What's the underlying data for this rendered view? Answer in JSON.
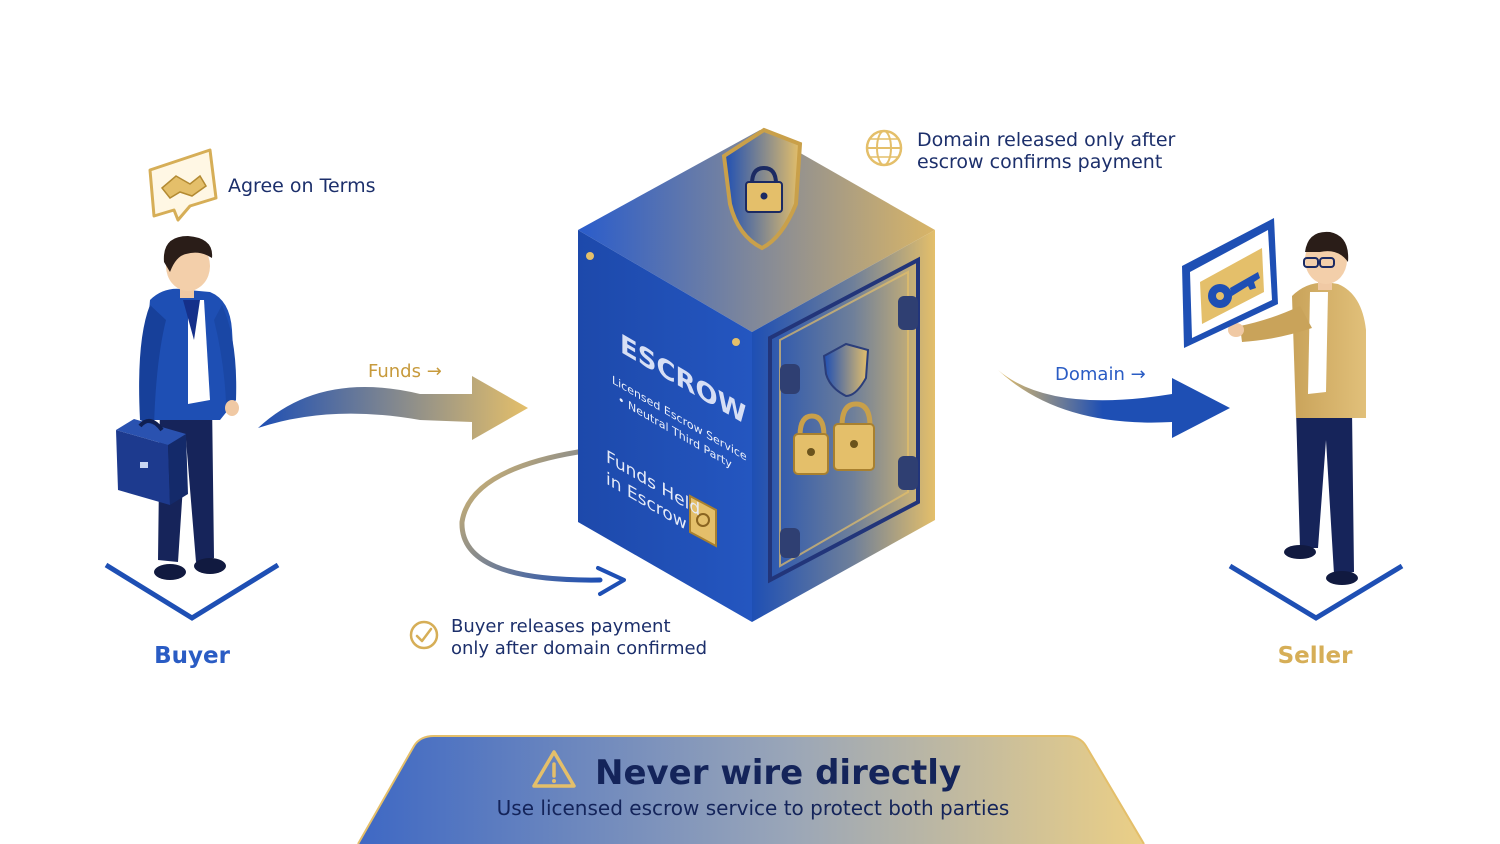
{
  "colors": {
    "blue": "#1e4fb4",
    "navy": "#1b2a63",
    "gold": "#e4bf6a",
    "gold_dark": "#b38a32",
    "text_dark": "#1c2f6b"
  },
  "steps": {
    "agree": {
      "text": "Agree on Terms",
      "icon": "handshake-icon"
    },
    "domain_release": {
      "line1": "Domain released only after",
      "line2": "escrow confirms payment",
      "icon": "globe-icon"
    },
    "buyer_release": {
      "line1": "Buyer releases payment",
      "line2": "only after domain confirmed",
      "icon": "check-circle-icon"
    }
  },
  "flows": {
    "funds": "Funds →",
    "domain": "Domain →"
  },
  "parties": {
    "buyer": "Buyer",
    "seller": "Seller"
  },
  "safe": {
    "title": "ESCROW",
    "subtitle_line1": "Licensed Escrow Service",
    "subtitle_line2": "• Neutral Third Party",
    "held_line1": "Funds Held",
    "held_line2": "in Escrow"
  },
  "banner": {
    "title": "Never wire directly",
    "subtitle": "Use licensed escrow service to protect both parties",
    "icon": "warning-icon"
  }
}
